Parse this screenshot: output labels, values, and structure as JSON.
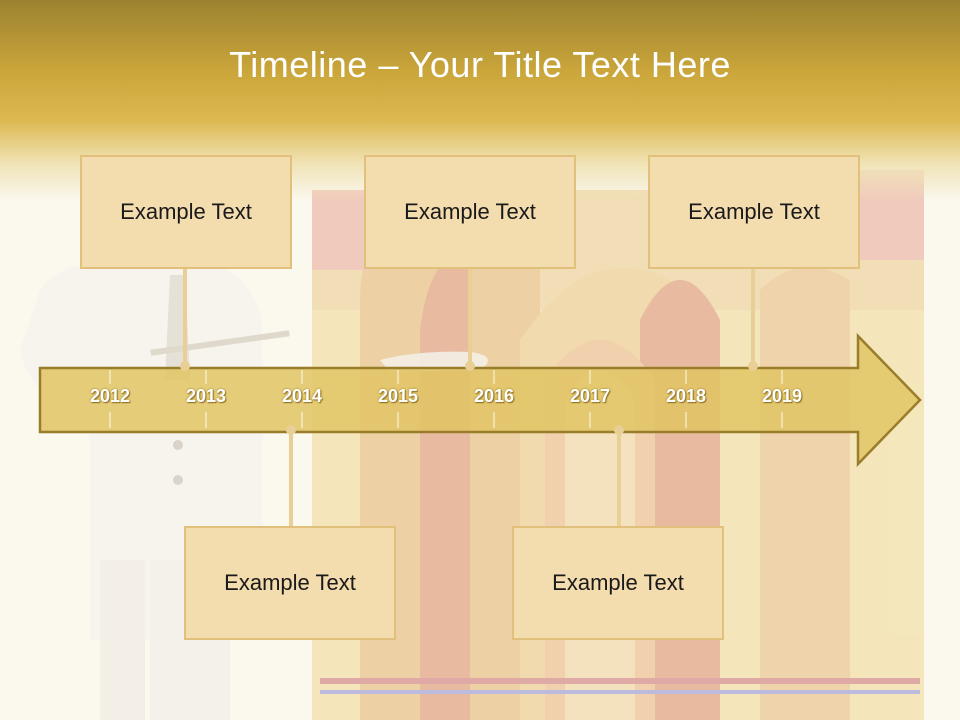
{
  "slide": {
    "title": "Timeline – Your Title Text Here",
    "years": [
      "2012",
      "2013",
      "2014",
      "2015",
      "2016",
      "2017",
      "2018",
      "2019"
    ],
    "boxes_top": [
      {
        "label": "Example Text"
      },
      {
        "label": "Example Text"
      },
      {
        "label": "Example Text"
      }
    ],
    "boxes_bottom": [
      {
        "label": "Example Text"
      },
      {
        "label": "Example Text"
      }
    ]
  },
  "colors": {
    "header_gold": "#d4af3f",
    "arrow_fill": "#e1c463",
    "arrow_stroke": "#9a7d2a",
    "box_fill": "#f3dcae",
    "background": "#fbf8ee"
  },
  "images": {
    "background_illustration": "faded tooth cross-section with figure in lab coat"
  }
}
